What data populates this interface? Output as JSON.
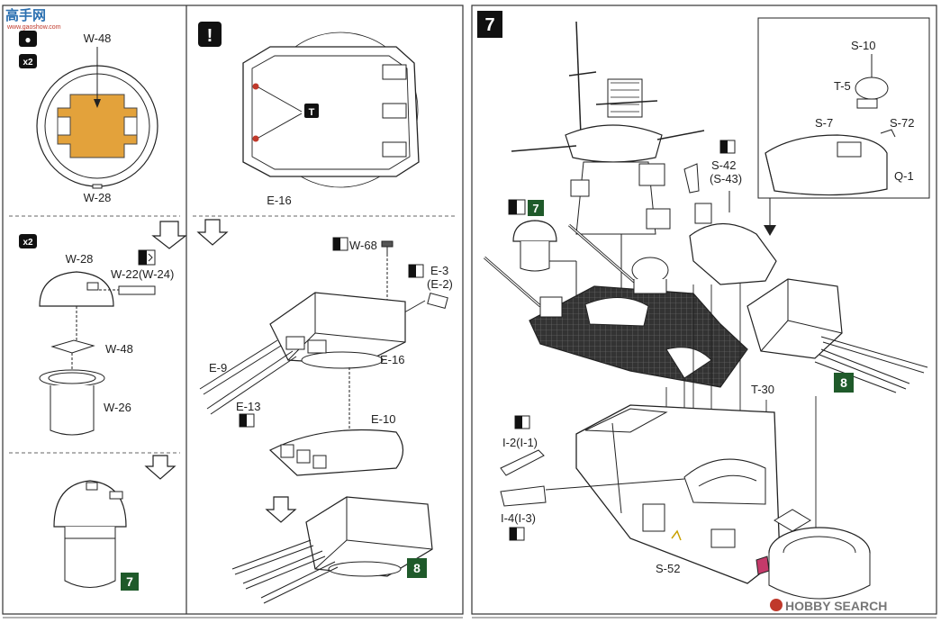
{
  "watermark_top": {
    "line1": "高手网",
    "line2": "www.gaoshow.com"
  },
  "watermark_bottom": "HOBBY SEARCH",
  "left_page": {
    "step_a": {
      "quantity": "x2",
      "labels": {
        "w48": "W-48",
        "w28": "W-28"
      }
    },
    "step_b": {
      "quantity": "x2",
      "labels": {
        "w28": "W-28",
        "w22": "W-22(W-24)",
        "w48": "W-48",
        "w26": "W-26"
      }
    },
    "step_c": {
      "ref_step": "7"
    },
    "step_d": {
      "warning_symbol": "!",
      "labels": {
        "e16": "E-16"
      }
    },
    "step_e": {
      "labels": {
        "w68": "W-68",
        "e3": "E-3",
        "e2": "(E-2)",
        "e9": "E-9",
        "e16": "E-16",
        "e13": "E-13",
        "e10": "E-10"
      },
      "ref_step": "8"
    }
  },
  "right_page": {
    "step_number": "7",
    "labels": {
      "s10": "S-10",
      "t5": "T-5",
      "s7": "S-7",
      "s72": "S-72",
      "q1": "Q-1",
      "s42": "S-42",
      "s43": "(S-43)",
      "t30": "T-30",
      "i2": "I-2(I-1)",
      "i4": "I-4(I-3)",
      "s52": "S-52"
    },
    "ref_steps": {
      "turret_a": "7",
      "turret_b": "8"
    }
  }
}
